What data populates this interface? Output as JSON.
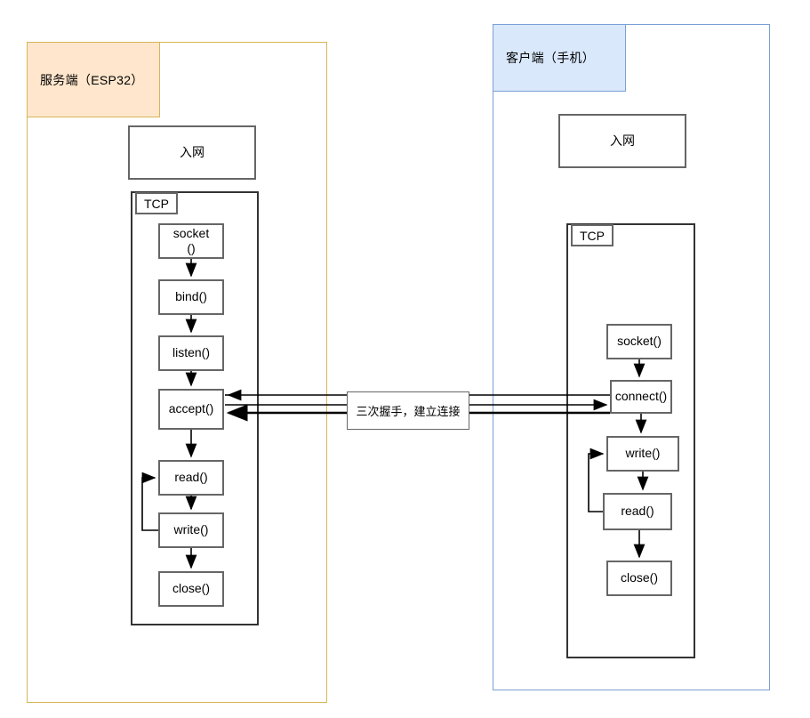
{
  "diagram": {
    "title_visible": false,
    "lanes": [
      {
        "id": "server",
        "title": "服务端（ESP32）",
        "title_fill": "#ffe6cc",
        "border_color": "#d6b656"
      },
      {
        "id": "client",
        "title": "客户端（手机）",
        "title_fill": "#dae8fc",
        "border_color": "#7a9fd4"
      }
    ],
    "server": {
      "network_box": "入网",
      "tcp_group_label": "TCP",
      "steps": [
        {
          "label": "socket\n()",
          "line1": "socket",
          "line2": "()"
        },
        {
          "label": "bind()"
        },
        {
          "label": "listen()"
        },
        {
          "label": "accept()"
        },
        {
          "label": "read()"
        },
        {
          "label": "write()"
        },
        {
          "label": "close()"
        }
      ]
    },
    "client": {
      "network_box": "入网",
      "tcp_group_label": "TCP",
      "steps": [
        {
          "label": "socket()"
        },
        {
          "label": "connect()"
        },
        {
          "label": "write()"
        },
        {
          "label": "read()"
        },
        {
          "label": "close()"
        }
      ]
    },
    "handshake": {
      "label": "三次握手，建立连接",
      "arrow_count": 3,
      "directions": [
        "left",
        "right",
        "left"
      ]
    },
    "colors": {
      "box_border": "#666666",
      "group_border": "#333333",
      "arrow": "#000000",
      "server_accent": "#d6b656",
      "client_accent": "#7a9fd4",
      "server_header_fill": "#ffe6cc",
      "client_header_fill": "#dae8fc"
    }
  }
}
